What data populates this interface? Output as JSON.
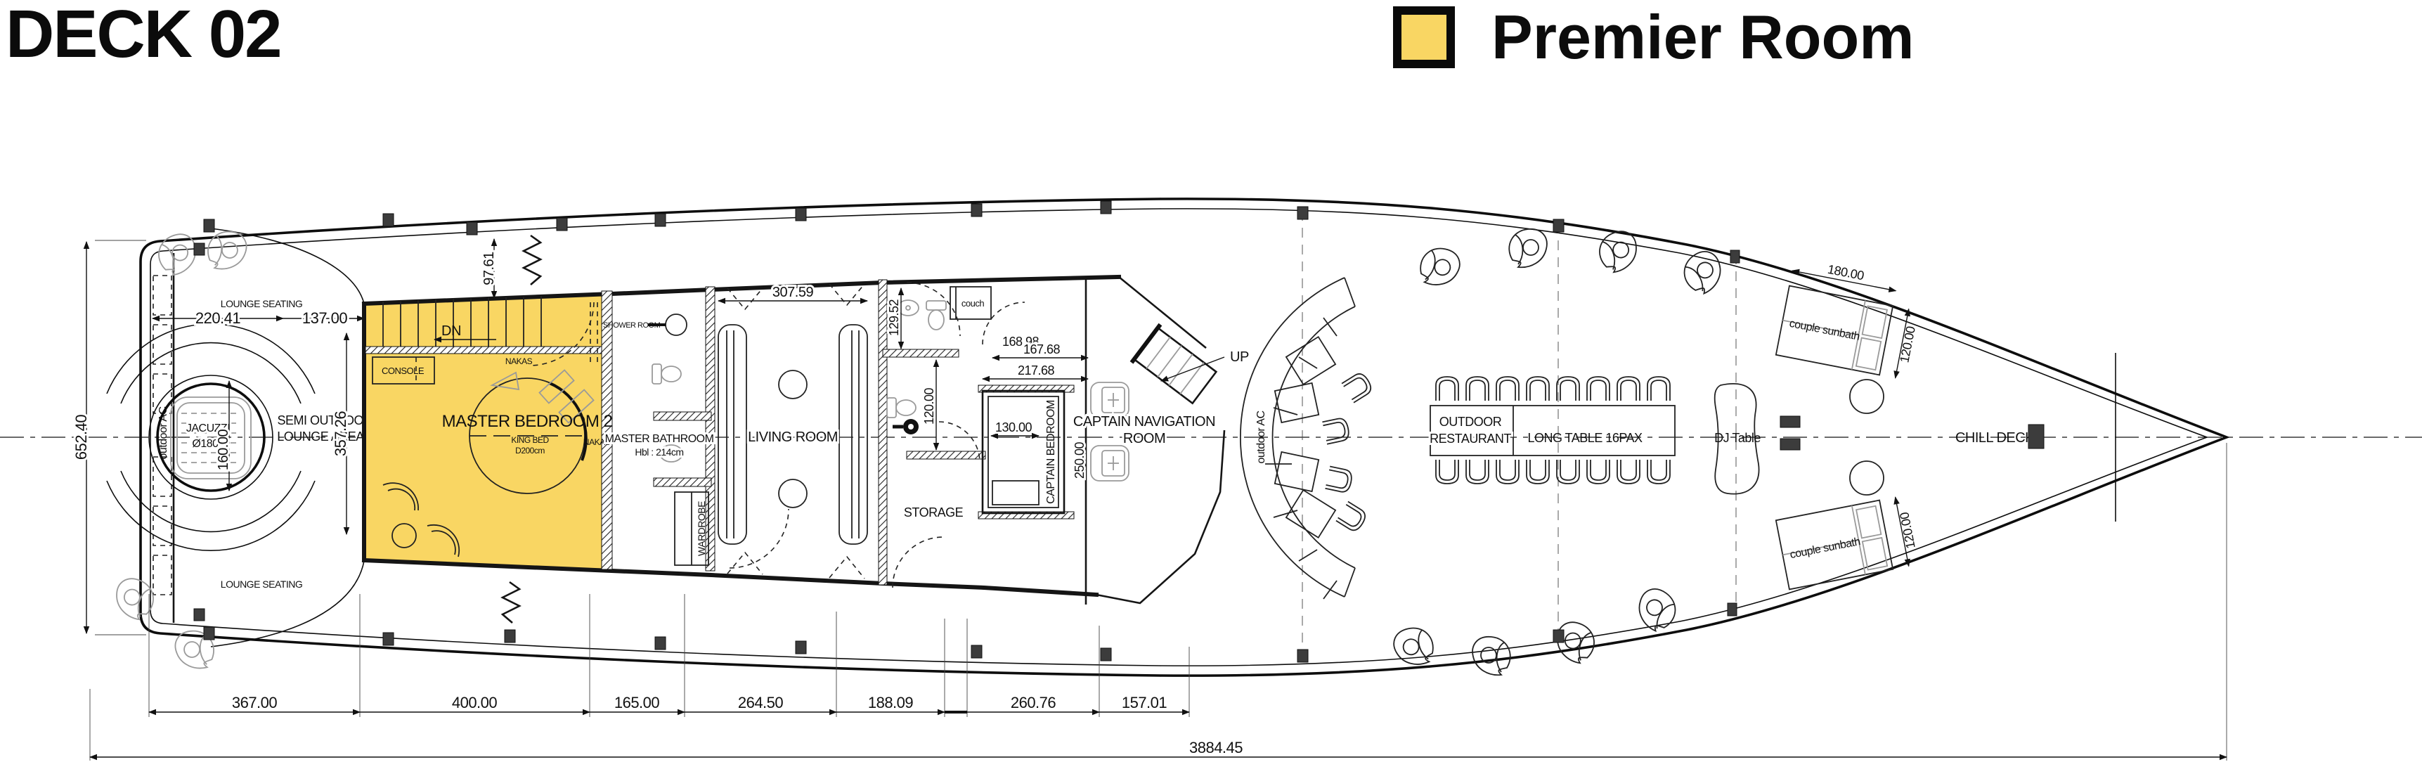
{
  "header": {
    "title": "DECK 02"
  },
  "legend": {
    "label": "Premier Room",
    "color": "#F9D663"
  },
  "colors": {
    "premier": "#F9D663",
    "line": "#111111",
    "gray": "#9a9a9a",
    "marker": "#3c3c3c"
  },
  "areas": {
    "lounge_seating_top": "LOUNGE SEATING",
    "lounge_seating_bottom": "LOUNGE SEATING",
    "semi_outdoor_1": "SEMI OUTDOOR",
    "semi_outdoor_2": "LOUNGE AREA",
    "jacuzzi": "JACUZZI",
    "jacuzzi_dia": "Ø180",
    "outdoor_ac_stern": "outdoor AC",
    "outdoor_ac_mid": "outdoor AC",
    "stairs_down": "DN",
    "stairs_up": "UP",
    "console": "CONSOLE",
    "nakas_a": "NAKAS",
    "nakas_b": "NAKAS",
    "master_bedroom": "MASTER BEDROOM 2",
    "king_bed": "KING BED",
    "king_bed_size": "D200cm",
    "shower_room": "SHOWER ROOM",
    "master_bathroom": "MASTER BATHROOM",
    "master_bathroom_h": "Hbl : 214cm",
    "wardrobe": "WARDROBE",
    "living_room": "LIVING ROOM",
    "couch": "couch",
    "storage": "STORAGE",
    "captain_bedroom": "CAPTAIN BEDROOM",
    "captain_nav_1": "CAPTAIN NAVIGATION",
    "captain_nav_2": "ROOM",
    "outdoor_restaurant_1": "OUTDOOR",
    "outdoor_restaurant_2": "RESTAURANT",
    "long_table": "LONG TABLE 16PAX",
    "dj_table": "DJ Table",
    "chill_deck": "CHILL DECK",
    "couple_sunbath_top": "couple sunbath",
    "couple_sunbath_bottom": "couple sunbath"
  },
  "dimensions": {
    "beam": "652.40",
    "stern_lounge": "220.41",
    "stern_gap": "137.00",
    "walkway": "97.61",
    "premier_depth": "357.26",
    "living_width": "307.59",
    "jacuzzi_width": "160.00",
    "bath_a": "129.52",
    "bath_b": "168.98",
    "bath_c": "217.68",
    "bath_d": "167.68",
    "bath_e": "120.00",
    "captain_bed": "130.00",
    "nav_depth": "250.00",
    "sunbath_len_top": "180.00",
    "sunbath_wid_top": "120.00",
    "sunbath_wid_bottom": "120.00",
    "chain": [
      "367.00",
      "400.00",
      "165.00",
      "264.50",
      "188.09",
      "260.76",
      "157.01"
    ],
    "overall": "3884.45"
  }
}
